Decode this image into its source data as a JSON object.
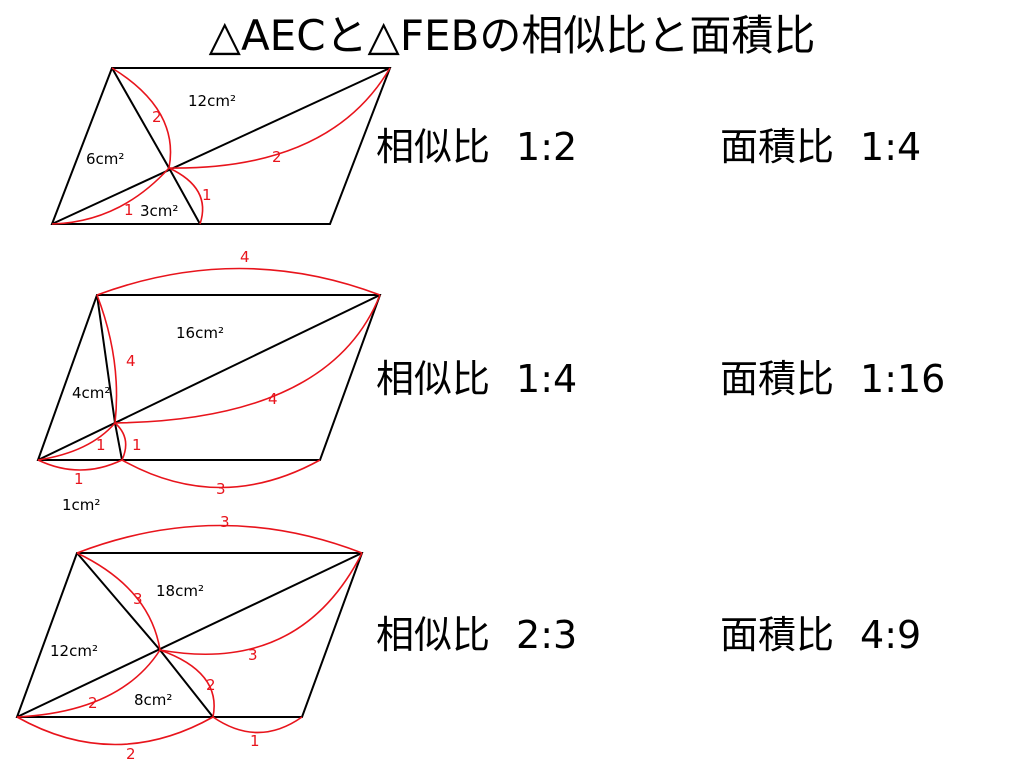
{
  "title": "△AECと△FEBの相似比と面積比",
  "colors": {
    "ink": "#000000",
    "accent": "#e8141c"
  },
  "rows": [
    {
      "similar_label": "相似比",
      "similar_value": "1:2",
      "area_label": "面積比",
      "area_value": "1:4",
      "areas": [
        "12cm²",
        "6cm²",
        "3cm²"
      ],
      "lengths": [
        "2",
        "2",
        "1",
        "1"
      ]
    },
    {
      "similar_label": "相似比",
      "similar_value": "1:4",
      "area_label": "面積比",
      "area_value": "1:16",
      "areas": [
        "16cm²",
        "4cm²",
        "1cm²"
      ],
      "lengths": [
        "4",
        "4",
        "4",
        "1",
        "1",
        "1",
        "3"
      ]
    },
    {
      "similar_label": "相似比",
      "similar_value": "2:3",
      "area_label": "面積比",
      "area_value": "4:9",
      "areas": [
        "18cm²",
        "12cm²",
        "8cm²"
      ],
      "lengths": [
        "3",
        "3",
        "3",
        "2",
        "2",
        "2",
        "1"
      ]
    }
  ]
}
